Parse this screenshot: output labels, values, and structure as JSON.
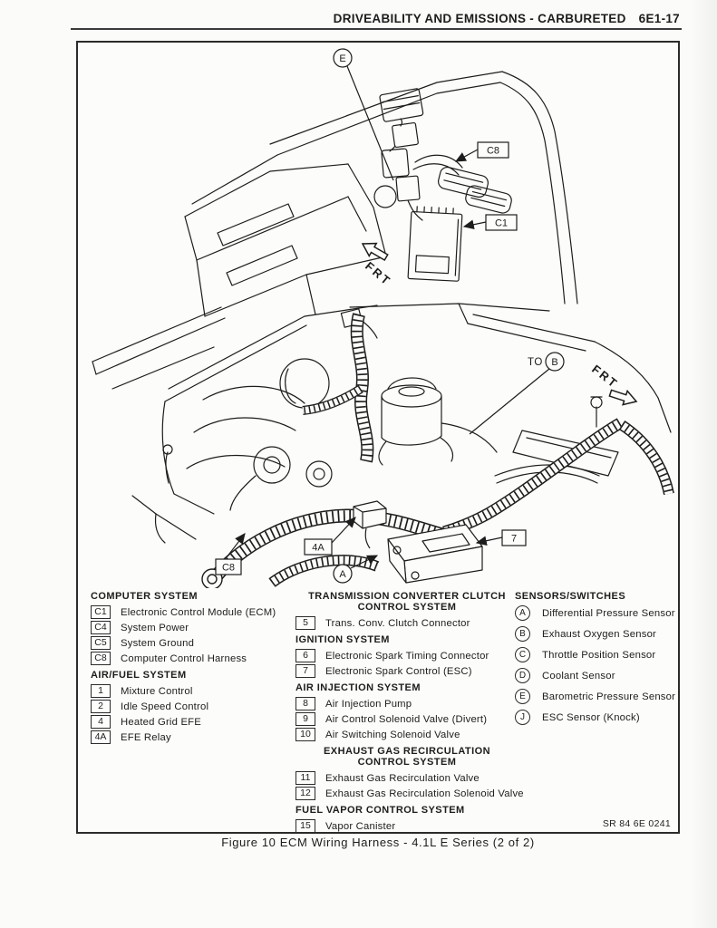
{
  "header": {
    "title": "DRIVEABILITY AND EMISSIONS - CARBURETED",
    "page_code": "6E1-17"
  },
  "figure": {
    "caption": "Figure 10 ECM Wiring Harness - 4.1L E Series (2 of 2)",
    "ref_code": "SR 84 6E 0241",
    "top_view": {
      "callout_e": "E",
      "callout_c8": "C8",
      "callout_c1": "C1",
      "frt_label": "FRT"
    },
    "bottom_view": {
      "to_label": "TO",
      "callout_b": "B",
      "frt_label": "FRT",
      "callout_c8": "C8",
      "callout_4a": "4A",
      "callout_a": "A",
      "callout_7": "7"
    }
  },
  "legend": {
    "columns": [
      {
        "name": "left",
        "sections": [
          {
            "heading_lines": [
              "COMPUTER SYSTEM"
            ],
            "align": "left",
            "items": [
              {
                "badge": "C1",
                "shape": "box",
                "label": "Electronic Control Module (ECM)"
              },
              {
                "badge": "C4",
                "shape": "box",
                "label": "System Power"
              },
              {
                "badge": "C5",
                "shape": "box",
                "label": "System Ground"
              },
              {
                "badge": "C8",
                "shape": "box",
                "label": "Computer Control Harness"
              }
            ]
          },
          {
            "heading_lines": [
              "AIR/FUEL SYSTEM"
            ],
            "align": "left",
            "items": [
              {
                "badge": "1",
                "shape": "box",
                "label": "Mixture Control"
              },
              {
                "badge": "2",
                "shape": "box",
                "label": "Idle Speed Control"
              },
              {
                "badge": "4",
                "shape": "box",
                "label": "Heated Grid EFE"
              },
              {
                "badge": "4A",
                "shape": "box",
                "label": "EFE Relay"
              }
            ]
          }
        ]
      },
      {
        "name": "middle",
        "sections": [
          {
            "heading_lines": [
              "TRANSMISSION CONVERTER CLUTCH",
              "CONTROL SYSTEM"
            ],
            "align": "center",
            "items": [
              {
                "badge": "5",
                "shape": "box",
                "label": "Trans. Conv. Clutch Connector"
              }
            ]
          },
          {
            "heading_lines": [
              "IGNITION SYSTEM"
            ],
            "align": "left",
            "items": [
              {
                "badge": "6",
                "shape": "box",
                "label": "Electronic Spark Timing Connector"
              },
              {
                "badge": "7",
                "shape": "box",
                "label": "Electronic Spark Control (ESC)"
              }
            ]
          },
          {
            "heading_lines": [
              "AIR INJECTION SYSTEM"
            ],
            "align": "left",
            "items": [
              {
                "badge": "8",
                "shape": "box",
                "label": "Air Injection Pump"
              },
              {
                "badge": "9",
                "shape": "box",
                "label": "Air Control Solenoid Valve (Divert)"
              },
              {
                "badge": "10",
                "shape": "box",
                "label": "Air Switching Solenoid Valve"
              }
            ]
          },
          {
            "heading_lines": [
              "EXHAUST GAS RECIRCULATION",
              "CONTROL SYSTEM"
            ],
            "align": "center",
            "items": [
              {
                "badge": "11",
                "shape": "box",
                "label": "Exhaust Gas Recirculation Valve"
              },
              {
                "badge": "12",
                "shape": "box",
                "label": "Exhaust Gas Recirculation Solenoid Valve"
              }
            ]
          },
          {
            "heading_lines": [
              "FUEL VAPOR CONTROL SYSTEM"
            ],
            "align": "left",
            "items": [
              {
                "badge": "15",
                "shape": "box",
                "label": "Vapor Canister"
              }
            ]
          }
        ]
      },
      {
        "name": "right",
        "sections": [
          {
            "heading_lines": [
              "SENSORS/SWITCHES"
            ],
            "align": "left",
            "items": [
              {
                "badge": "A",
                "shape": "circle",
                "label": "Differential Pressure Sensor"
              },
              {
                "badge": "B",
                "shape": "circle",
                "label": "Exhaust Oxygen Sensor"
              },
              {
                "badge": "C",
                "shape": "circle",
                "label": "Throttle Position Sensor"
              },
              {
                "badge": "D",
                "shape": "circle",
                "label": "Coolant Sensor"
              },
              {
                "badge": "E",
                "shape": "circle",
                "label": "Barometric Pressure Sensor"
              },
              {
                "badge": "J",
                "shape": "circle",
                "label": "ESC Sensor (Knock)"
              }
            ]
          }
        ]
      }
    ]
  },
  "colors": {
    "ink": "#1d1d1d",
    "paper": "#fbfbf9"
  }
}
